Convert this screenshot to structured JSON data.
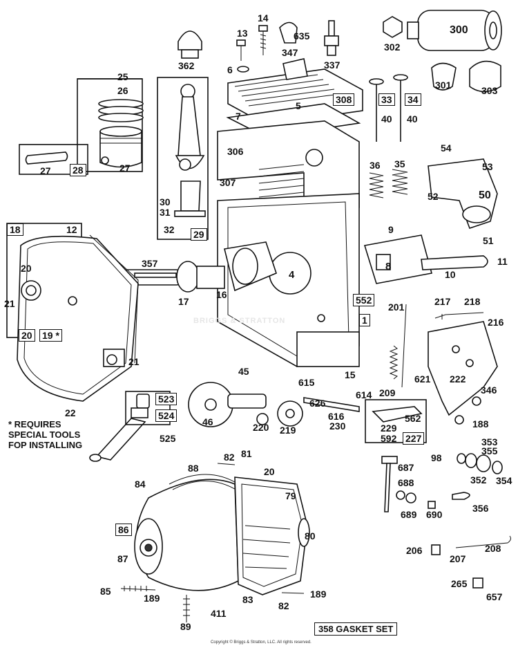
{
  "note": [
    "* REQUIRES",
    "SPECIAL TOOLS",
    "FOP INSTALLING"
  ],
  "gasket_set": "358 GASKET SET",
  "copyright": "Copyright © Briggs & Stratton, LLC. All rights reserved.",
  "watermark": "BRIGGS & STRATTON",
  "parts": [
    {
      "id": "p13",
      "text": "13",
      "boxed": false
    },
    {
      "id": "p14",
      "text": "14",
      "boxed": false
    },
    {
      "id": "p635",
      "text": "635",
      "boxed": false
    },
    {
      "id": "p362",
      "text": "362",
      "boxed": false
    },
    {
      "id": "p347",
      "text": "347",
      "boxed": false
    },
    {
      "id": "p6",
      "text": "6",
      "boxed": false
    },
    {
      "id": "p337",
      "text": "337",
      "boxed": false
    },
    {
      "id": "p302",
      "text": "302",
      "boxed": false
    },
    {
      "id": "p300",
      "text": "300",
      "boxed": false
    },
    {
      "id": "p301",
      "text": "301",
      "boxed": false
    },
    {
      "id": "p303",
      "text": "303",
      "boxed": false
    },
    {
      "id": "p25",
      "text": "25",
      "boxed": false
    },
    {
      "id": "p26",
      "text": "26",
      "boxed": false
    },
    {
      "id": "p5",
      "text": "5",
      "boxed": false
    },
    {
      "id": "p308",
      "text": "308",
      "boxed": true
    },
    {
      "id": "p33",
      "text": "33",
      "boxed": true
    },
    {
      "id": "p34",
      "text": "34",
      "boxed": true
    },
    {
      "id": "p7",
      "text": "7",
      "boxed": false
    },
    {
      "id": "p40a",
      "text": "40",
      "boxed": false
    },
    {
      "id": "p40b",
      "text": "40",
      "boxed": false
    },
    {
      "id": "p27a",
      "text": "27",
      "boxed": false
    },
    {
      "id": "p28",
      "text": "28",
      "boxed": true
    },
    {
      "id": "p27b",
      "text": "27",
      "boxed": false
    },
    {
      "id": "p306",
      "text": "306",
      "boxed": false
    },
    {
      "id": "p307",
      "text": "307",
      "boxed": false
    },
    {
      "id": "p36",
      "text": "36",
      "boxed": false
    },
    {
      "id": "p35",
      "text": "35",
      "boxed": false
    },
    {
      "id": "p54",
      "text": "54",
      "boxed": false
    },
    {
      "id": "p53",
      "text": "53",
      "boxed": false
    },
    {
      "id": "p52",
      "text": "52",
      "boxed": false
    },
    {
      "id": "p50",
      "text": "50",
      "boxed": false
    },
    {
      "id": "p51",
      "text": "51",
      "boxed": false
    },
    {
      "id": "p30",
      "text": "30",
      "boxed": false
    },
    {
      "id": "p31",
      "text": "31",
      "boxed": false
    },
    {
      "id": "p32",
      "text": "32",
      "boxed": false
    },
    {
      "id": "p29",
      "text": "29",
      "boxed": true
    },
    {
      "id": "p18",
      "text": "18",
      "boxed": true
    },
    {
      "id": "p12",
      "text": "12",
      "boxed": false
    },
    {
      "id": "p9",
      "text": "9",
      "boxed": false
    },
    {
      "id": "p8",
      "text": "8",
      "boxed": false
    },
    {
      "id": "p11",
      "text": "11",
      "boxed": false
    },
    {
      "id": "p10",
      "text": "10",
      "boxed": false
    },
    {
      "id": "p357",
      "text": "357",
      "boxed": false
    },
    {
      "id": "p4",
      "text": "4",
      "boxed": false
    },
    {
      "id": "p20a",
      "text": "20",
      "boxed": false
    },
    {
      "id": "p21a",
      "text": "21",
      "boxed": false
    },
    {
      "id": "p17",
      "text": "17",
      "boxed": false
    },
    {
      "id": "p16",
      "text": "16",
      "boxed": false
    },
    {
      "id": "p552",
      "text": "552",
      "boxed": true
    },
    {
      "id": "p1",
      "text": "1",
      "boxed": true
    },
    {
      "id": "p201",
      "text": "201",
      "boxed": false
    },
    {
      "id": "p217",
      "text": "217",
      "boxed": false
    },
    {
      "id": "p218",
      "text": "218",
      "boxed": false
    },
    {
      "id": "p216",
      "text": "216",
      "boxed": false
    },
    {
      "id": "p20b",
      "text": "20",
      "boxed": true
    },
    {
      "id": "p19",
      "text": "19 *",
      "boxed": true
    },
    {
      "id": "p21b",
      "text": "21",
      "boxed": false
    },
    {
      "id": "p22",
      "text": "22",
      "boxed": false
    },
    {
      "id": "p45",
      "text": "45",
      "boxed": false
    },
    {
      "id": "p15",
      "text": "15",
      "boxed": false
    },
    {
      "id": "p621",
      "text": "621",
      "boxed": false
    },
    {
      "id": "p222",
      "text": "222",
      "boxed": false
    },
    {
      "id": "p346",
      "text": "346",
      "boxed": false
    },
    {
      "id": "p523",
      "text": "523",
      "boxed": true
    },
    {
      "id": "p524",
      "text": "524",
      "boxed": true
    },
    {
      "id": "p525",
      "text": "525",
      "boxed": false
    },
    {
      "id": "p615",
      "text": "615",
      "boxed": false
    },
    {
      "id": "p626",
      "text": "626",
      "boxed": false
    },
    {
      "id": "p614",
      "text": "614",
      "boxed": false
    },
    {
      "id": "p209",
      "text": "209",
      "boxed": false
    },
    {
      "id": "p46",
      "text": "46",
      "boxed": false
    },
    {
      "id": "p220",
      "text": "220",
      "boxed": false
    },
    {
      "id": "p219",
      "text": "219",
      "boxed": false
    },
    {
      "id": "p616",
      "text": "616",
      "boxed": false
    },
    {
      "id": "p230",
      "text": "230",
      "boxed": false
    },
    {
      "id": "p562",
      "text": "562",
      "boxed": false
    },
    {
      "id": "p229",
      "text": "229",
      "boxed": false
    },
    {
      "id": "p592",
      "text": "592",
      "boxed": false
    },
    {
      "id": "p227",
      "text": "227",
      "boxed": true
    },
    {
      "id": "p188",
      "text": "188",
      "boxed": false
    },
    {
      "id": "p353",
      "text": "353",
      "boxed": false
    },
    {
      "id": "p355",
      "text": "355",
      "boxed": false
    },
    {
      "id": "p98",
      "text": "98",
      "boxed": false
    },
    {
      "id": "p352",
      "text": "352",
      "boxed": false
    },
    {
      "id": "p354",
      "text": "354",
      "boxed": false
    },
    {
      "id": "p82a",
      "text": "82",
      "boxed": false
    },
    {
      "id": "p81",
      "text": "81",
      "boxed": false
    },
    {
      "id": "p88",
      "text": "88",
      "boxed": false
    },
    {
      "id": "p20c",
      "text": "20",
      "boxed": false
    },
    {
      "id": "p84",
      "text": "84",
      "boxed": false
    },
    {
      "id": "p79",
      "text": "79",
      "boxed": false
    },
    {
      "id": "p687",
      "text": "687",
      "boxed": false
    },
    {
      "id": "p688",
      "text": "688",
      "boxed": false
    },
    {
      "id": "p689",
      "text": "689",
      "boxed": false
    },
    {
      "id": "p690",
      "text": "690",
      "boxed": false
    },
    {
      "id": "p356",
      "text": "356",
      "boxed": false
    },
    {
      "id": "p86",
      "text": "86",
      "boxed": true
    },
    {
      "id": "p87",
      "text": "87",
      "boxed": false
    },
    {
      "id": "p80",
      "text": "80",
      "boxed": false
    },
    {
      "id": "p206",
      "text": "206",
      "boxed": false
    },
    {
      "id": "p207",
      "text": "207",
      "boxed": false
    },
    {
      "id": "p208",
      "text": "208",
      "boxed": false
    },
    {
      "id": "p85",
      "text": "85",
      "boxed": false
    },
    {
      "id": "p189a",
      "text": "189",
      "boxed": false
    },
    {
      "id": "p83",
      "text": "83",
      "boxed": false
    },
    {
      "id": "p189b",
      "text": "189",
      "boxed": false
    },
    {
      "id": "p411",
      "text": "411",
      "boxed": false
    },
    {
      "id": "p82b",
      "text": "82",
      "boxed": false
    },
    {
      "id": "p265",
      "text": "265",
      "boxed": false
    },
    {
      "id": "p657",
      "text": "657",
      "boxed": false
    },
    {
      "id": "p89",
      "text": "89",
      "boxed": false
    }
  ]
}
